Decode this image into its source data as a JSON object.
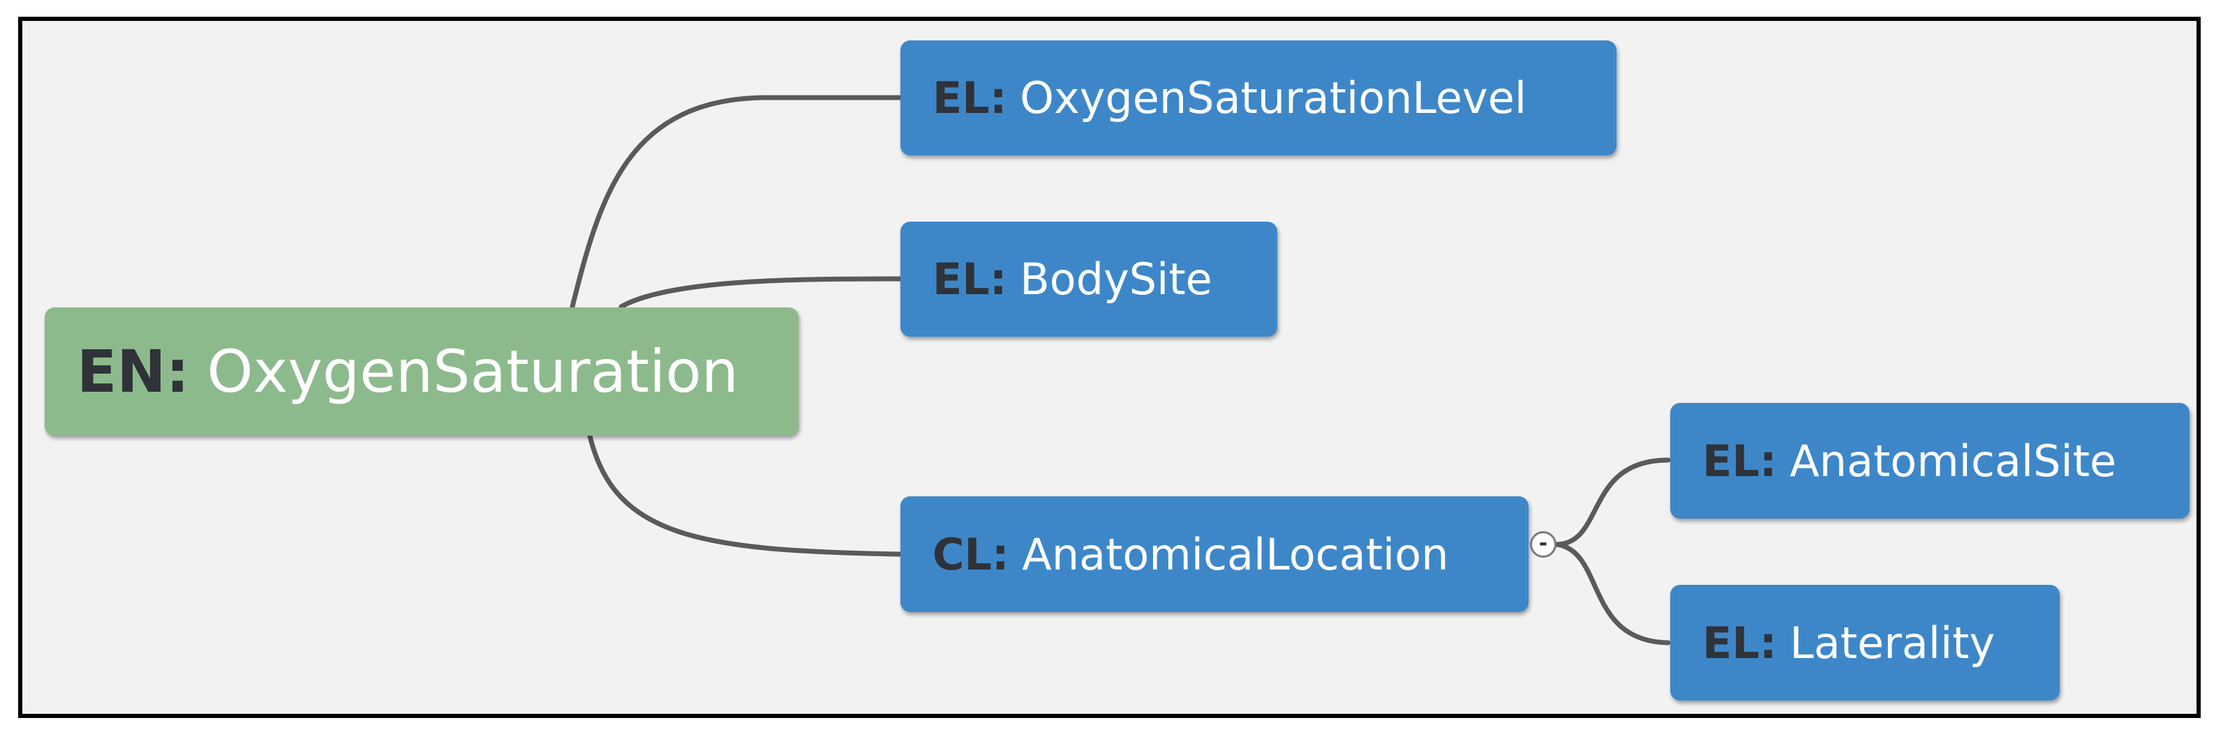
{
  "colors": {
    "root_fill": "#8dba8c",
    "child_fill": "#3d87c9",
    "prefix_text": "#2f3238",
    "label_text": "#ffffff",
    "connector": "#5a5a5a",
    "background": "#f2f2f2"
  },
  "root": {
    "prefix": "EN:",
    "label": "OxygenSaturation"
  },
  "children": [
    {
      "prefix": "EL:",
      "label": "OxygenSaturationLevel"
    },
    {
      "prefix": "EL:",
      "label": "BodySite"
    },
    {
      "prefix": "CL:",
      "label": "AnatomicalLocation",
      "toggle": "-",
      "children": [
        {
          "prefix": "EL:",
          "label": "AnatomicalSite"
        },
        {
          "prefix": "EL:",
          "label": "Laterality"
        }
      ]
    }
  ]
}
